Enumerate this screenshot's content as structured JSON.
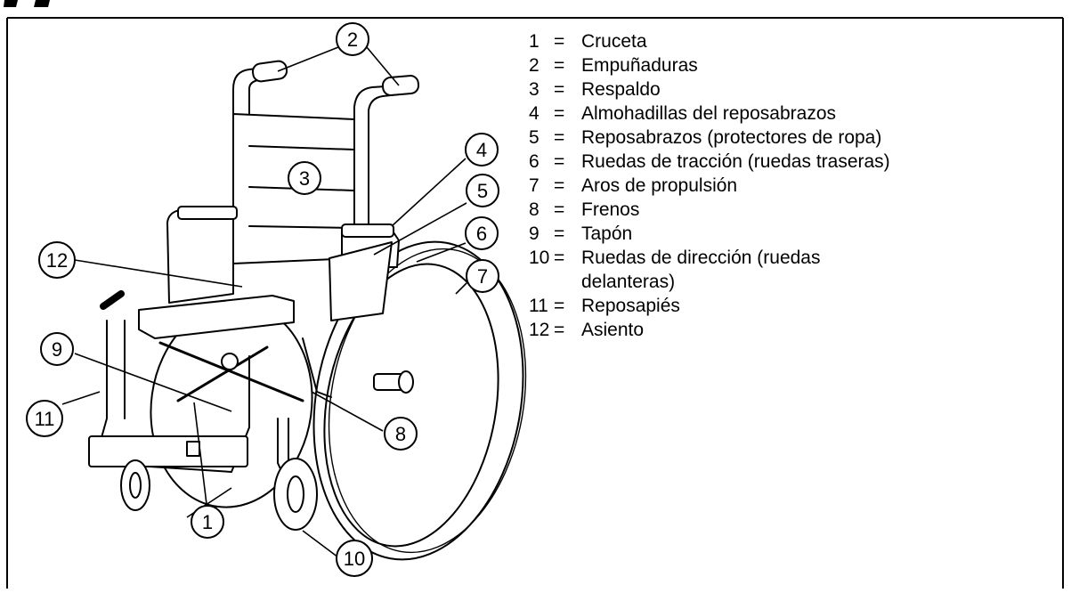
{
  "callouts": [
    "1",
    "2",
    "3",
    "4",
    "5",
    "6",
    "7",
    "8",
    "9",
    "10",
    "11",
    "12"
  ],
  "legend": [
    {
      "num": "1",
      "label": "Cruceta"
    },
    {
      "num": "2",
      "label": "Empuñaduras"
    },
    {
      "num": "3",
      "label": "Respaldo"
    },
    {
      "num": "4",
      "label": "Almohadillas del reposabrazos"
    },
    {
      "num": "5",
      "label": "Reposabrazos (protectores de ropa)"
    },
    {
      "num": "6",
      "label": "Ruedas de tracción (ruedas traseras)"
    },
    {
      "num": "7",
      "label": "Aros de propulsión"
    },
    {
      "num": "8",
      "label": "Frenos"
    },
    {
      "num": "9",
      "label": "Tapón"
    },
    {
      "num": "10",
      "label": "Ruedas de dirección (ruedas",
      "label_cont": "delanteras)"
    },
    {
      "num": "11",
      "label": "Reposapiés"
    },
    {
      "num": "12",
      "label": "Asiento"
    }
  ],
  "equals_sign": "="
}
